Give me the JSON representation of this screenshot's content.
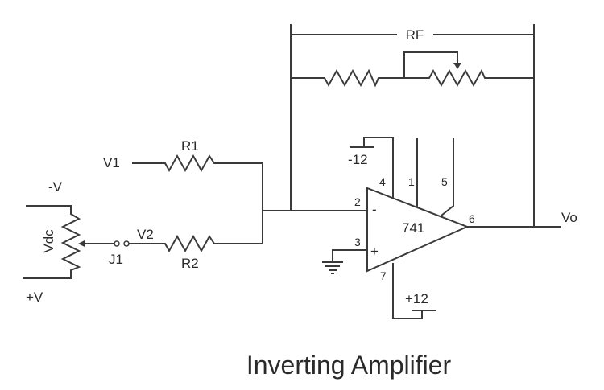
{
  "diagram": {
    "title": "Inverting Amplifier",
    "components": {
      "rf_label": "RF",
      "r1_label": "R1",
      "r2_label": "R2",
      "v1_label": "V1",
      "v2_label": "V2",
      "j1_label": "J1",
      "vdc_label": "Vdc",
      "neg_supply_label": "-V",
      "pos_supply_label": "+V",
      "opamp_label": "741",
      "vo_label": "Vo",
      "neg_rail_label": "-12",
      "pos_rail_label": "+12"
    },
    "pins": {
      "inverting": "2",
      "noninverting": "3",
      "output": "6",
      "v_minus": "4",
      "offset_null_1": "1",
      "offset_null_5": "5",
      "v_plus": "7",
      "minus_sign": "-",
      "plus_sign": "+"
    }
  }
}
